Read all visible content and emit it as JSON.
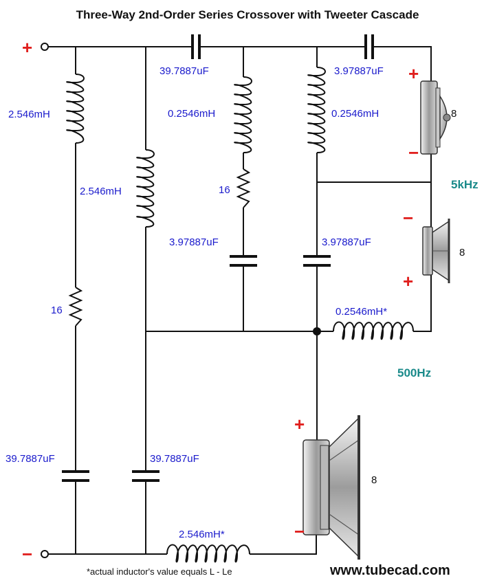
{
  "title": "Three-Way 2nd-Order Series Crossover with Tweeter Cascade",
  "terminals": {
    "plus": "+",
    "minus": "−"
  },
  "components": {
    "l_left": "2.546mH",
    "r_left": "16",
    "c_left": "39.7887uF",
    "l_mid": "2.546mH",
    "c_mid": "39.7887uF",
    "c_series_top": "39.7887uF",
    "l_mr": "0.2546mH",
    "r_mr": "16",
    "c_mr": "3.97887uF",
    "c_series_tw": "3.97887uF",
    "l_right": "0.2546mH",
    "c_right": "3.97887uF",
    "l_mid_series": "0.2546mH*",
    "l_bottom_series": "2.546mH*"
  },
  "frequencies": {
    "high": "5kHz",
    "low": "500Hz"
  },
  "speakers": {
    "tweeter": {
      "impedance": "8",
      "plus": "+",
      "minus": "−"
    },
    "midrange": {
      "impedance": "8",
      "plus": "+",
      "minus": "−"
    },
    "woofer": {
      "impedance": "8",
      "plus": "+",
      "minus": "−"
    }
  },
  "footnote": "*actual inductor's value equals L - Le",
  "website": "www.tubecad.com"
}
